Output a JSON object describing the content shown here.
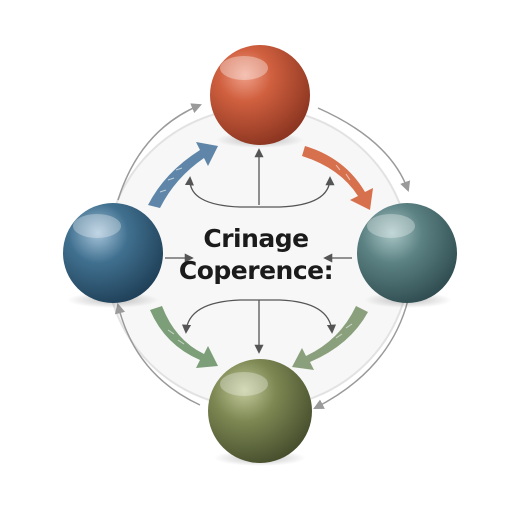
{
  "diagram": {
    "title_line1": "Crinage",
    "title_line2": "Coperence:",
    "nodes": [
      {
        "name": "top",
        "color": "#c8563a"
      },
      {
        "name": "right",
        "color": "#577c7e"
      },
      {
        "name": "bottom",
        "color": "#7a8550"
      },
      {
        "name": "left",
        "color": "#3d6c8c"
      }
    ],
    "arrow_colors": {
      "top_left": "#5f86a8",
      "top_right": "#d7704c",
      "bottom_left": "#7c9e78",
      "bottom_right": "#8aa07c"
    }
  }
}
